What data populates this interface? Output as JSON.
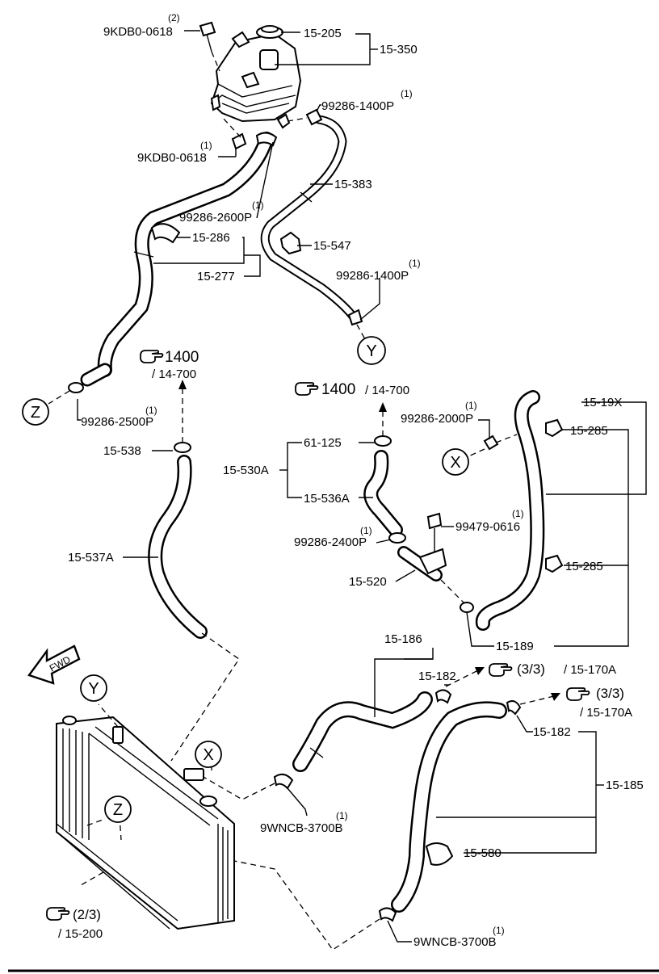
{
  "labels": {
    "bolt_top": "9KDB0-0618",
    "bolt_top_qty": "(2)",
    "cap": "15-205",
    "tank_assy": "15-350",
    "clamp_tank": "99286-1400P",
    "clamp_tank_qty": "(1)",
    "bolt_low": "9KDB0-0618",
    "bolt_low_qty": "(1)",
    "hose_overflow": "15-383",
    "clamp_2600": "99286-2600P",
    "clamp_2600_qty": "(1)",
    "clip_286": "15-286",
    "clip_547": "15-547",
    "hose_277": "15-277",
    "clamp_1400_low": "99286-1400P",
    "clamp_1400_low_qty": "(1)",
    "ref_1400_a": "1400",
    "ref_1400_a_sub": "/ 14-700",
    "clamp_2500": "99286-2500P",
    "clamp_2500_qty": "(1)",
    "ref_1400_b": "1400",
    "ref_1400_b_sub": "/ 14-700",
    "clamp_538": "15-538",
    "hose_537a": "15-537A",
    "clamp_2000": "99286-2000P",
    "clamp_2000_qty": "(1)",
    "hose_19x": "15-19X",
    "clamp_285_a": "15-285",
    "clamp_285_b": "15-285",
    "clamp_61125": "61-125",
    "hose_530a": "15-530A",
    "hose_536a": "15-536A",
    "bolt_99479": "99479-0616",
    "bolt_99479_qty": "(1)",
    "clamp_2400": "99286-2400P",
    "clamp_2400_qty": "(1)",
    "pipe_520": "15-520",
    "hose_189": "15-189",
    "hose_186": "15-186",
    "clamp_182_a": "15-182",
    "ref_33_a": "(3/3)",
    "ref_33_a_sub": "/ 15-170A",
    "ref_33_b": "(3/3)",
    "ref_33_b_sub": "/ 15-170A",
    "clamp_182_b": "15-182",
    "hose_185": "15-185",
    "clamp_3700_a": "9WNCB-3700B",
    "clamp_3700_a_qty": "(1)",
    "clip_580": "15-580",
    "ref_23": "(2/3)",
    "ref_23_sub": "/ 15-200",
    "clamp_3700_b": "9WNCB-3700B",
    "clamp_3700_b_qty": "(1)",
    "fwd": "FWD"
  },
  "markers": {
    "x": "X",
    "y": "Y",
    "z": "Z"
  },
  "icons": [
    "reference-hand-icon",
    "fwd-arrow-icon"
  ]
}
